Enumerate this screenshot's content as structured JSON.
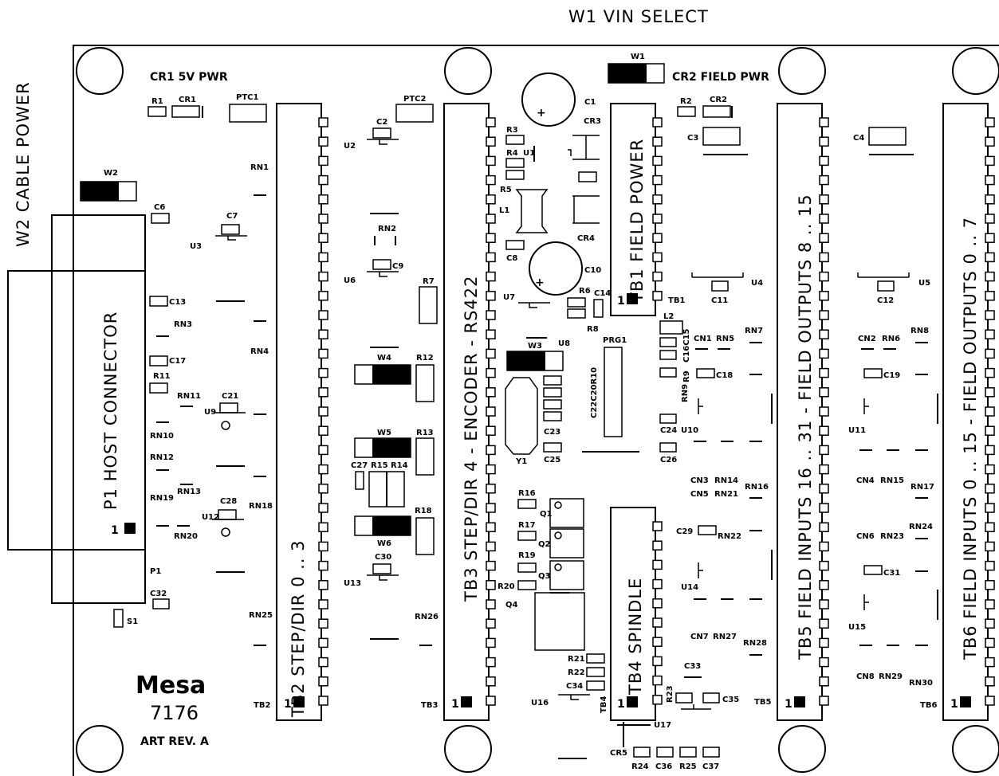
{
  "labels": {
    "w1_vin_select": "W1 VIN SELECT",
    "w2_cable_power": "W2 CABLE POWER",
    "cr1_5v_pwr": "CR1 5V PWR",
    "cr2_field_pwr": "CR2 FIELD PWR",
    "p1_host_connector": "P1 HOST CONNECTOR",
    "tb1_field_power": "TB1 FIELD POWER",
    "tb2_step_dir": "TB2 STEP/DIR 0 .. 3",
    "tb3_step_dir": "TB3 STEP/DIR 4 - ENCODER - RS422",
    "tb4_spindle": "TB4 SPINDLE",
    "tb5_field": "TB5 FIELD INPUTS 16 .. 31 - FIELD OUTPUTS 8 .. 15",
    "tb6_field": "TB6 FIELD INPUTS 0 .. 15 - FIELD OUTPUTS 0 .. 7",
    "logo": "Mesa",
    "model": "7176",
    "art_rev": "ART REV. A",
    "pin1": "1",
    "tb1": "TB1",
    "tb2": "TB2",
    "tb3": "TB3",
    "tb5": "TB5",
    "tb6": "TB6",
    "p1": "P1",
    "s1": "S1"
  },
  "components": {
    "r1": "R1",
    "cr1": "CR1",
    "ptc1": "PTC1",
    "ptc2": "PTC2",
    "c2": "C2",
    "u2": "U2",
    "rn1": "RN1",
    "w2": "W2",
    "c6": "C6",
    "c7": "C7",
    "u3": "U3",
    "rn2": "RN2",
    "c9": "C9",
    "u6": "U6",
    "r7": "R7",
    "c13": "C13",
    "rn3": "RN3",
    "rn4": "RN4",
    "c17": "C17",
    "r11": "R11",
    "rn11": "RN11",
    "c21": "C21",
    "u9": "U9",
    "rn10": "RN10",
    "rn12": "RN12",
    "rn13": "RN13",
    "rn19": "RN19",
    "c28": "C28",
    "u12": "U12",
    "rn18": "RN18",
    "rn20": "RN20",
    "c32": "C32",
    "rn25": "RN25",
    "w4": "W4",
    "r12": "R12",
    "w5": "W5",
    "r13": "R13",
    "c27": "C27",
    "r15": "R15",
    "r14": "R14",
    "w6": "W6",
    "r18": "R18",
    "c30": "C30",
    "u13": "U13",
    "rn26": "RN26",
    "c1": "C1",
    "r3": "R3",
    "r4": "R4",
    "u1": "U1",
    "r5": "R5",
    "cr3": "CR3",
    "l1": "L1",
    "cr4": "CR4",
    "c8": "C8",
    "c10": "C10",
    "u7": "U7",
    "r6": "R6",
    "c14": "C14",
    "r8": "R8",
    "w3": "W3",
    "u8": "U8",
    "prg1": "PRG1",
    "c22c20r10": "C22C20R10",
    "c23": "C23",
    "y1": "Y1",
    "c25": "C25",
    "r16": "R16",
    "q1": "Q1",
    "r17": "R17",
    "q2": "Q2",
    "r19": "R19",
    "q3": "Q3",
    "r20": "R20",
    "q4": "Q4",
    "r21": "R21",
    "r22": "R22",
    "c34": "C34",
    "u16": "U16",
    "tb4": "TB4",
    "u17": "U17",
    "cr5": "CR5",
    "r24": "R24",
    "c36": "C36",
    "r25": "R25",
    "c37": "C37",
    "r23": "R23",
    "w1": "W1",
    "r2": "R2",
    "cr2": "CR2",
    "c3": "C3",
    "c4": "C4",
    "c11": "C11",
    "u4": "U4",
    "c12": "C12",
    "u5": "U5",
    "l2": "L2",
    "c16c15": "C16C15",
    "r9": "R9",
    "cn1": "CN1",
    "rn5": "RN5",
    "rn7": "RN7",
    "c18": "C18",
    "rn9": "RN9",
    "c24": "C24",
    "u10": "U10",
    "c26": "C26",
    "cn3": "CN3",
    "rn14": "RN14",
    "cn5": "CN5",
    "rn21": "RN21",
    "rn16": "RN16",
    "c29": "C29",
    "rn22": "RN22",
    "u14": "U14",
    "cn7": "CN7",
    "rn27": "RN27",
    "rn28": "RN28",
    "c33": "C33",
    "c35": "C35",
    "cn2": "CN2",
    "rn6": "RN6",
    "rn8": "RN8",
    "c19": "C19",
    "u11": "U11",
    "cn4": "CN4",
    "rn15": "RN15",
    "rn17": "RN17",
    "cn6": "CN6",
    "rn23": "RN23",
    "rn24": "RN24",
    "c31": "C31",
    "u15": "U15",
    "cn8": "CN8",
    "rn29": "RN29",
    "rn30": "RN30"
  }
}
